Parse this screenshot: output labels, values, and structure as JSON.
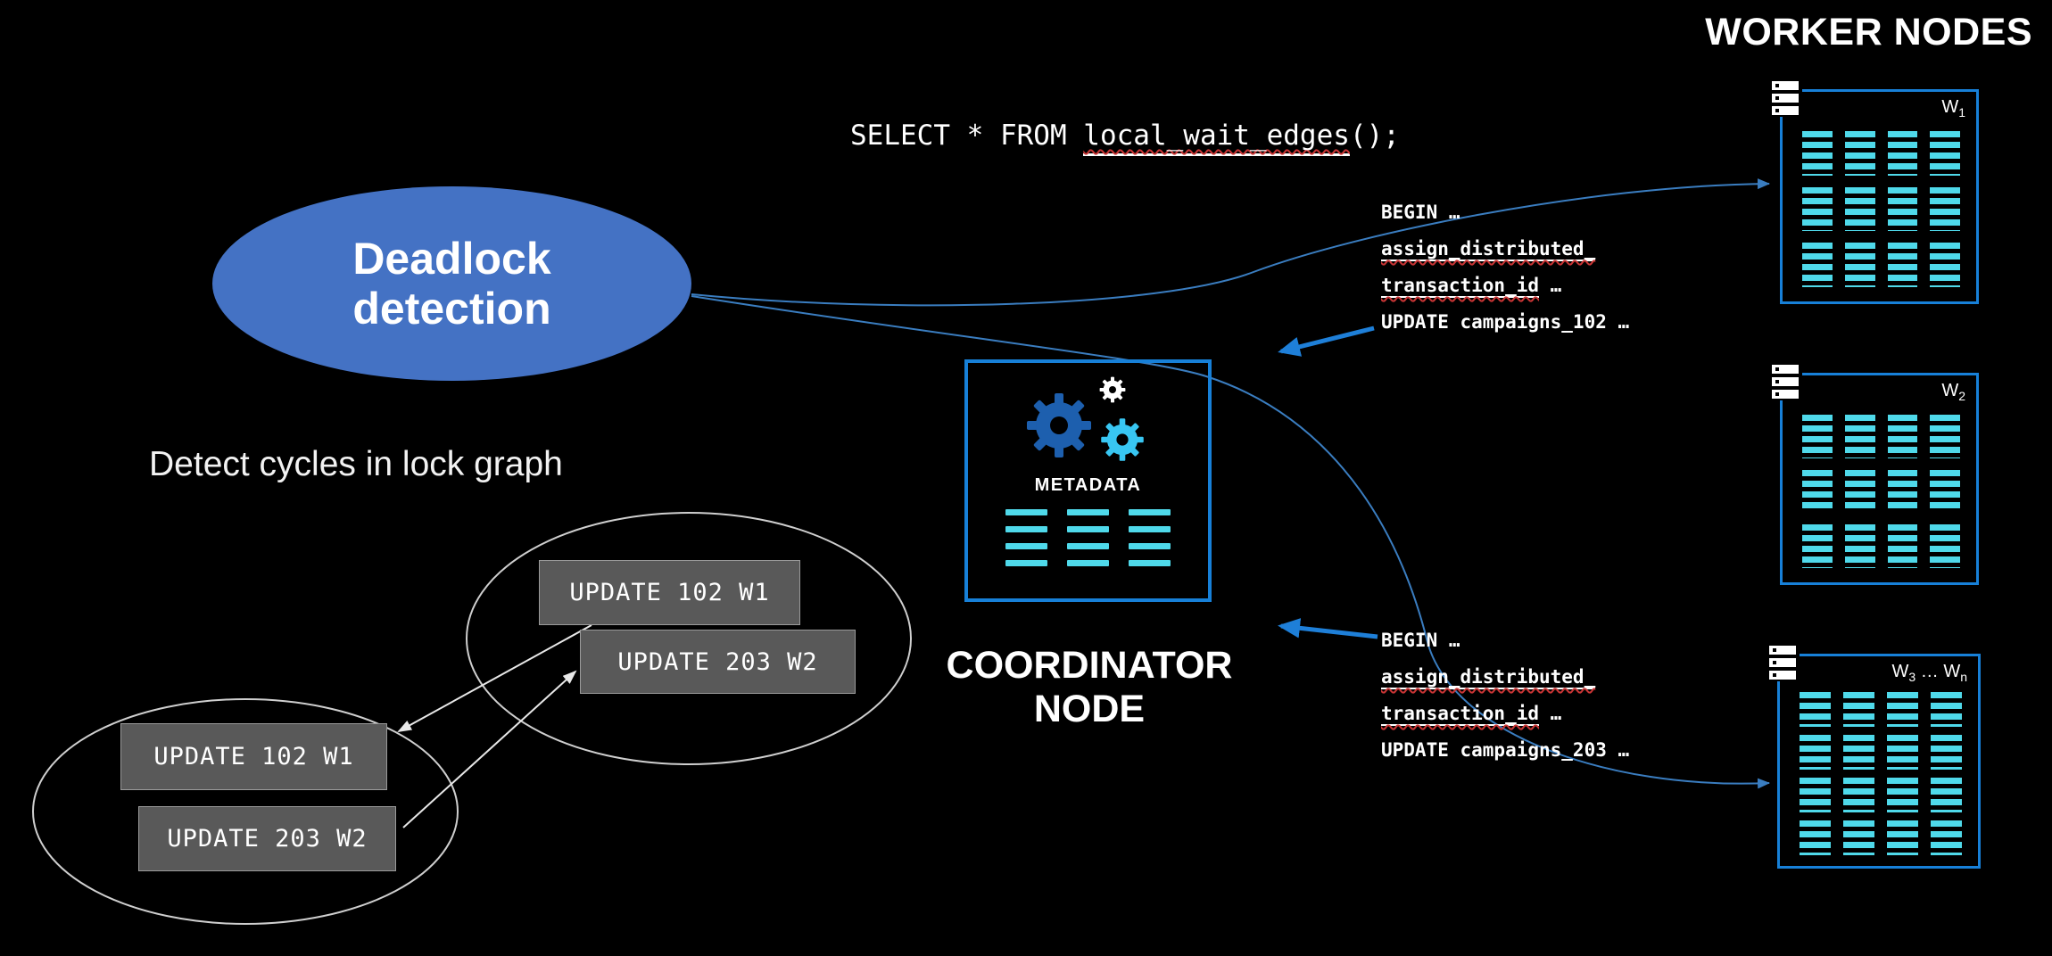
{
  "titles": {
    "worker_nodes": "WORKER NODES",
    "coordinator_line1": "COORDINATOR",
    "coordinator_line2": "NODE",
    "metadata": "METADATA"
  },
  "sql_query": {
    "prefix": "SELECT * FROM ",
    "function": "local_wait_edges",
    "suffix": "();"
  },
  "deadlock_bubble": {
    "line1": "Deadlock",
    "line2": "detection"
  },
  "lock_graph": {
    "caption": "Detect cycles in lock graph",
    "cycle1_boxes": [
      "UPDATE 102 W1",
      "UPDATE 203 W2"
    ],
    "cycle2_boxes": [
      "UPDATE 102 W1",
      "UPDATE 203 W2"
    ]
  },
  "workers": [
    {
      "base": "W",
      "sub": "1",
      "mid": "",
      "base2": "",
      "sub2": ""
    },
    {
      "base": "W",
      "sub": "2",
      "mid": "",
      "base2": "",
      "sub2": ""
    },
    {
      "base": "W",
      "sub": "3",
      "mid": " … ",
      "base2": "W",
      "sub2": "n"
    }
  ],
  "transactions": [
    {
      "line1": "BEGIN …",
      "line2": "assign_distributed_",
      "line3_underlined": "transaction_id",
      "line3_rest": " …",
      "line4": "UPDATE campaigns_102 …"
    },
    {
      "line1": "BEGIN …",
      "line2": "assign_distributed_",
      "line3_underlined": "transaction_id",
      "line3_rest": " …",
      "line4": "UPDATE campaigns_203 …"
    }
  ],
  "colors": {
    "background": "#000000",
    "node_border_blue": "#1780d8",
    "table_cyan": "#4fd9ea",
    "bubble_blue": "#4472c4",
    "box_gray": "#595959",
    "arrow_blue": "#1e7fd8",
    "connector_blue": "#3a7dc0",
    "gear_dark_blue": "#1d5fae",
    "gear_cyan": "#38c6f2"
  }
}
